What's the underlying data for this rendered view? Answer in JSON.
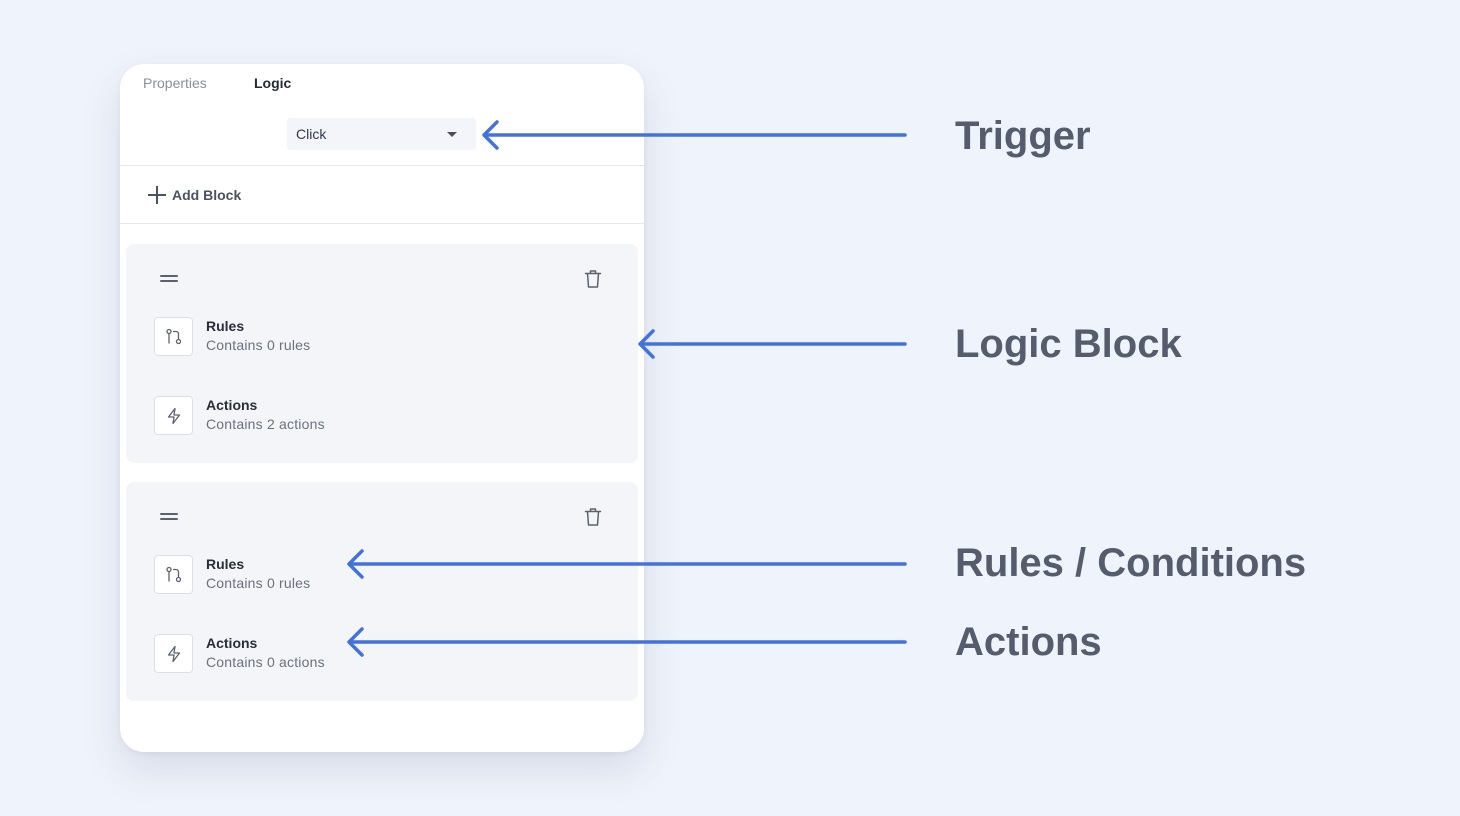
{
  "tabs": [
    {
      "label": "Properties",
      "active": false
    },
    {
      "label": "Logic",
      "active": true
    }
  ],
  "trigger": {
    "value": "Click"
  },
  "add_block": {
    "label": "Add Block"
  },
  "blocks": [
    {
      "rules": {
        "title": "Rules",
        "subtitle": "Contains 0 rules"
      },
      "actions": {
        "title": "Actions",
        "subtitle": "Contains 2 actions"
      }
    },
    {
      "rules": {
        "title": "Rules",
        "subtitle": "Contains 0 rules"
      },
      "actions": {
        "title": "Actions",
        "subtitle": "Contains 0 actions"
      }
    }
  ],
  "annotations": {
    "trigger": "Trigger",
    "logic_block": "Logic Block",
    "rules": "Rules / Conditions",
    "actions": "Actions"
  },
  "colors": {
    "background": "#eff3fb",
    "arrow": "#4372db",
    "label": "#565c6b"
  }
}
